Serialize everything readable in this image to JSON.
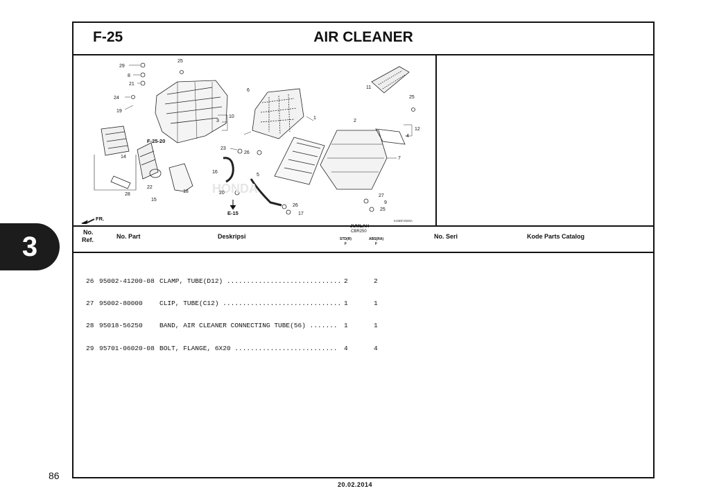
{
  "section": {
    "code": "F-25",
    "title": "AIR CLEANER"
  },
  "diagram": {
    "callouts": [
      "29",
      "8",
      "21",
      "25",
      "24",
      "19",
      "6",
      "3",
      "10",
      "F-25-20",
      "11",
      "25",
      "2",
      "12",
      "4",
      "1",
      "7",
      "23",
      "26",
      "16",
      "5",
      "20",
      "E-15",
      "14",
      "22",
      "15",
      "18",
      "28",
      "27",
      "9",
      "25",
      "26",
      "17",
      "FR."
    ],
    "figure_code": "K33DF2500A",
    "watermark": "HONDA"
  },
  "table": {
    "headers": {
      "ref_line1": "No.",
      "ref_line2": "Ref.",
      "part": "No. Part",
      "desc": "Deskripsi",
      "qty": "JUMLAH",
      "model": "CBR250",
      "std": "STD(R)",
      "abs": "ABS(RA)",
      "std_mark": "F",
      "abs_mark": "F",
      "serial": "No. Seri",
      "catalog": "Kode Parts Catalog"
    },
    "rows": [
      {
        "ref": "26",
        "part": "95002-41200-08",
        "desc": "CLAMP, TUBE(D12) .............................",
        "std": "2",
        "abs": "2"
      },
      {
        "ref": "27",
        "part": "95002-80000",
        "desc": "CLIP, TUBE(C12) ..............................",
        "std": "1",
        "abs": "1"
      },
      {
        "ref": "28",
        "part": "95018-56250",
        "desc": "BAND, AIR CLEANER CONNECTING TUBE(56) .......",
        "std": "1",
        "abs": "1"
      },
      {
        "ref": "29",
        "part": "95701-06020-08",
        "desc": "BOLT, FLANGE, 6X20 ..........................",
        "std": "4",
        "abs": "4"
      }
    ]
  },
  "tab": "3",
  "page_number": "86",
  "date": "20.02.2014"
}
